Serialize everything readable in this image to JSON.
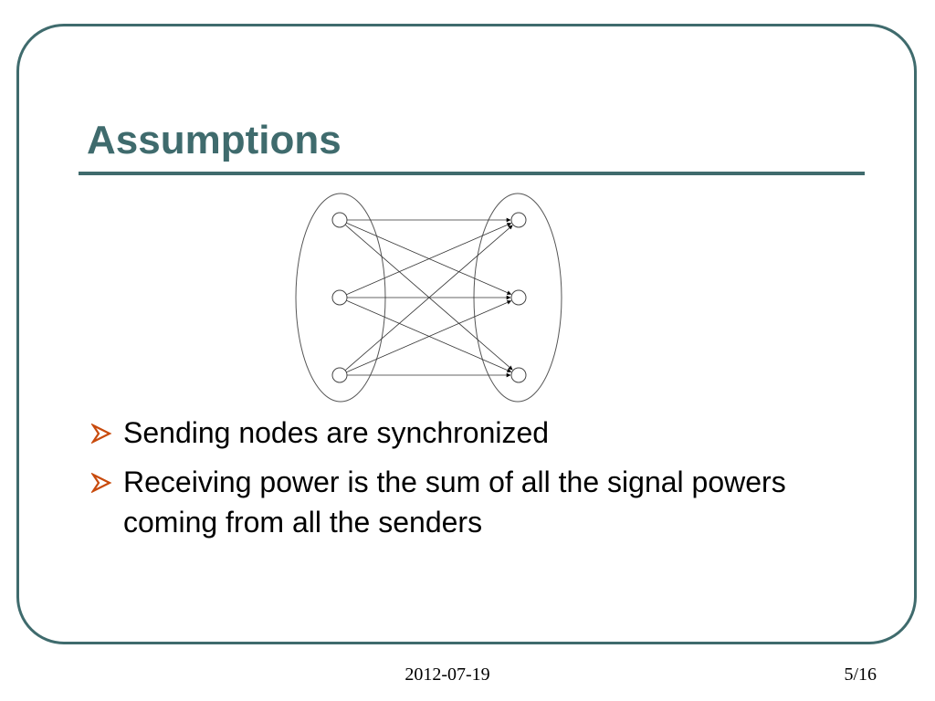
{
  "slide": {
    "title": "Assumptions",
    "bullets": [
      {
        "text": "Sending nodes are synchronized",
        "icon": "arrow-bullet-icon"
      },
      {
        "text": "Receiving power is the sum of all the signal powers coming from all the senders",
        "icon": "arrow-bullet-icon"
      }
    ],
    "footer": {
      "date": "2012-07-19",
      "page": "5/16"
    }
  },
  "diagram": {
    "senders": 3,
    "receivers": 3,
    "connection": "all-to-all"
  },
  "colors": {
    "accent": "#3f6b6d",
    "bullet": "#c84a0c",
    "text": "#000000"
  }
}
